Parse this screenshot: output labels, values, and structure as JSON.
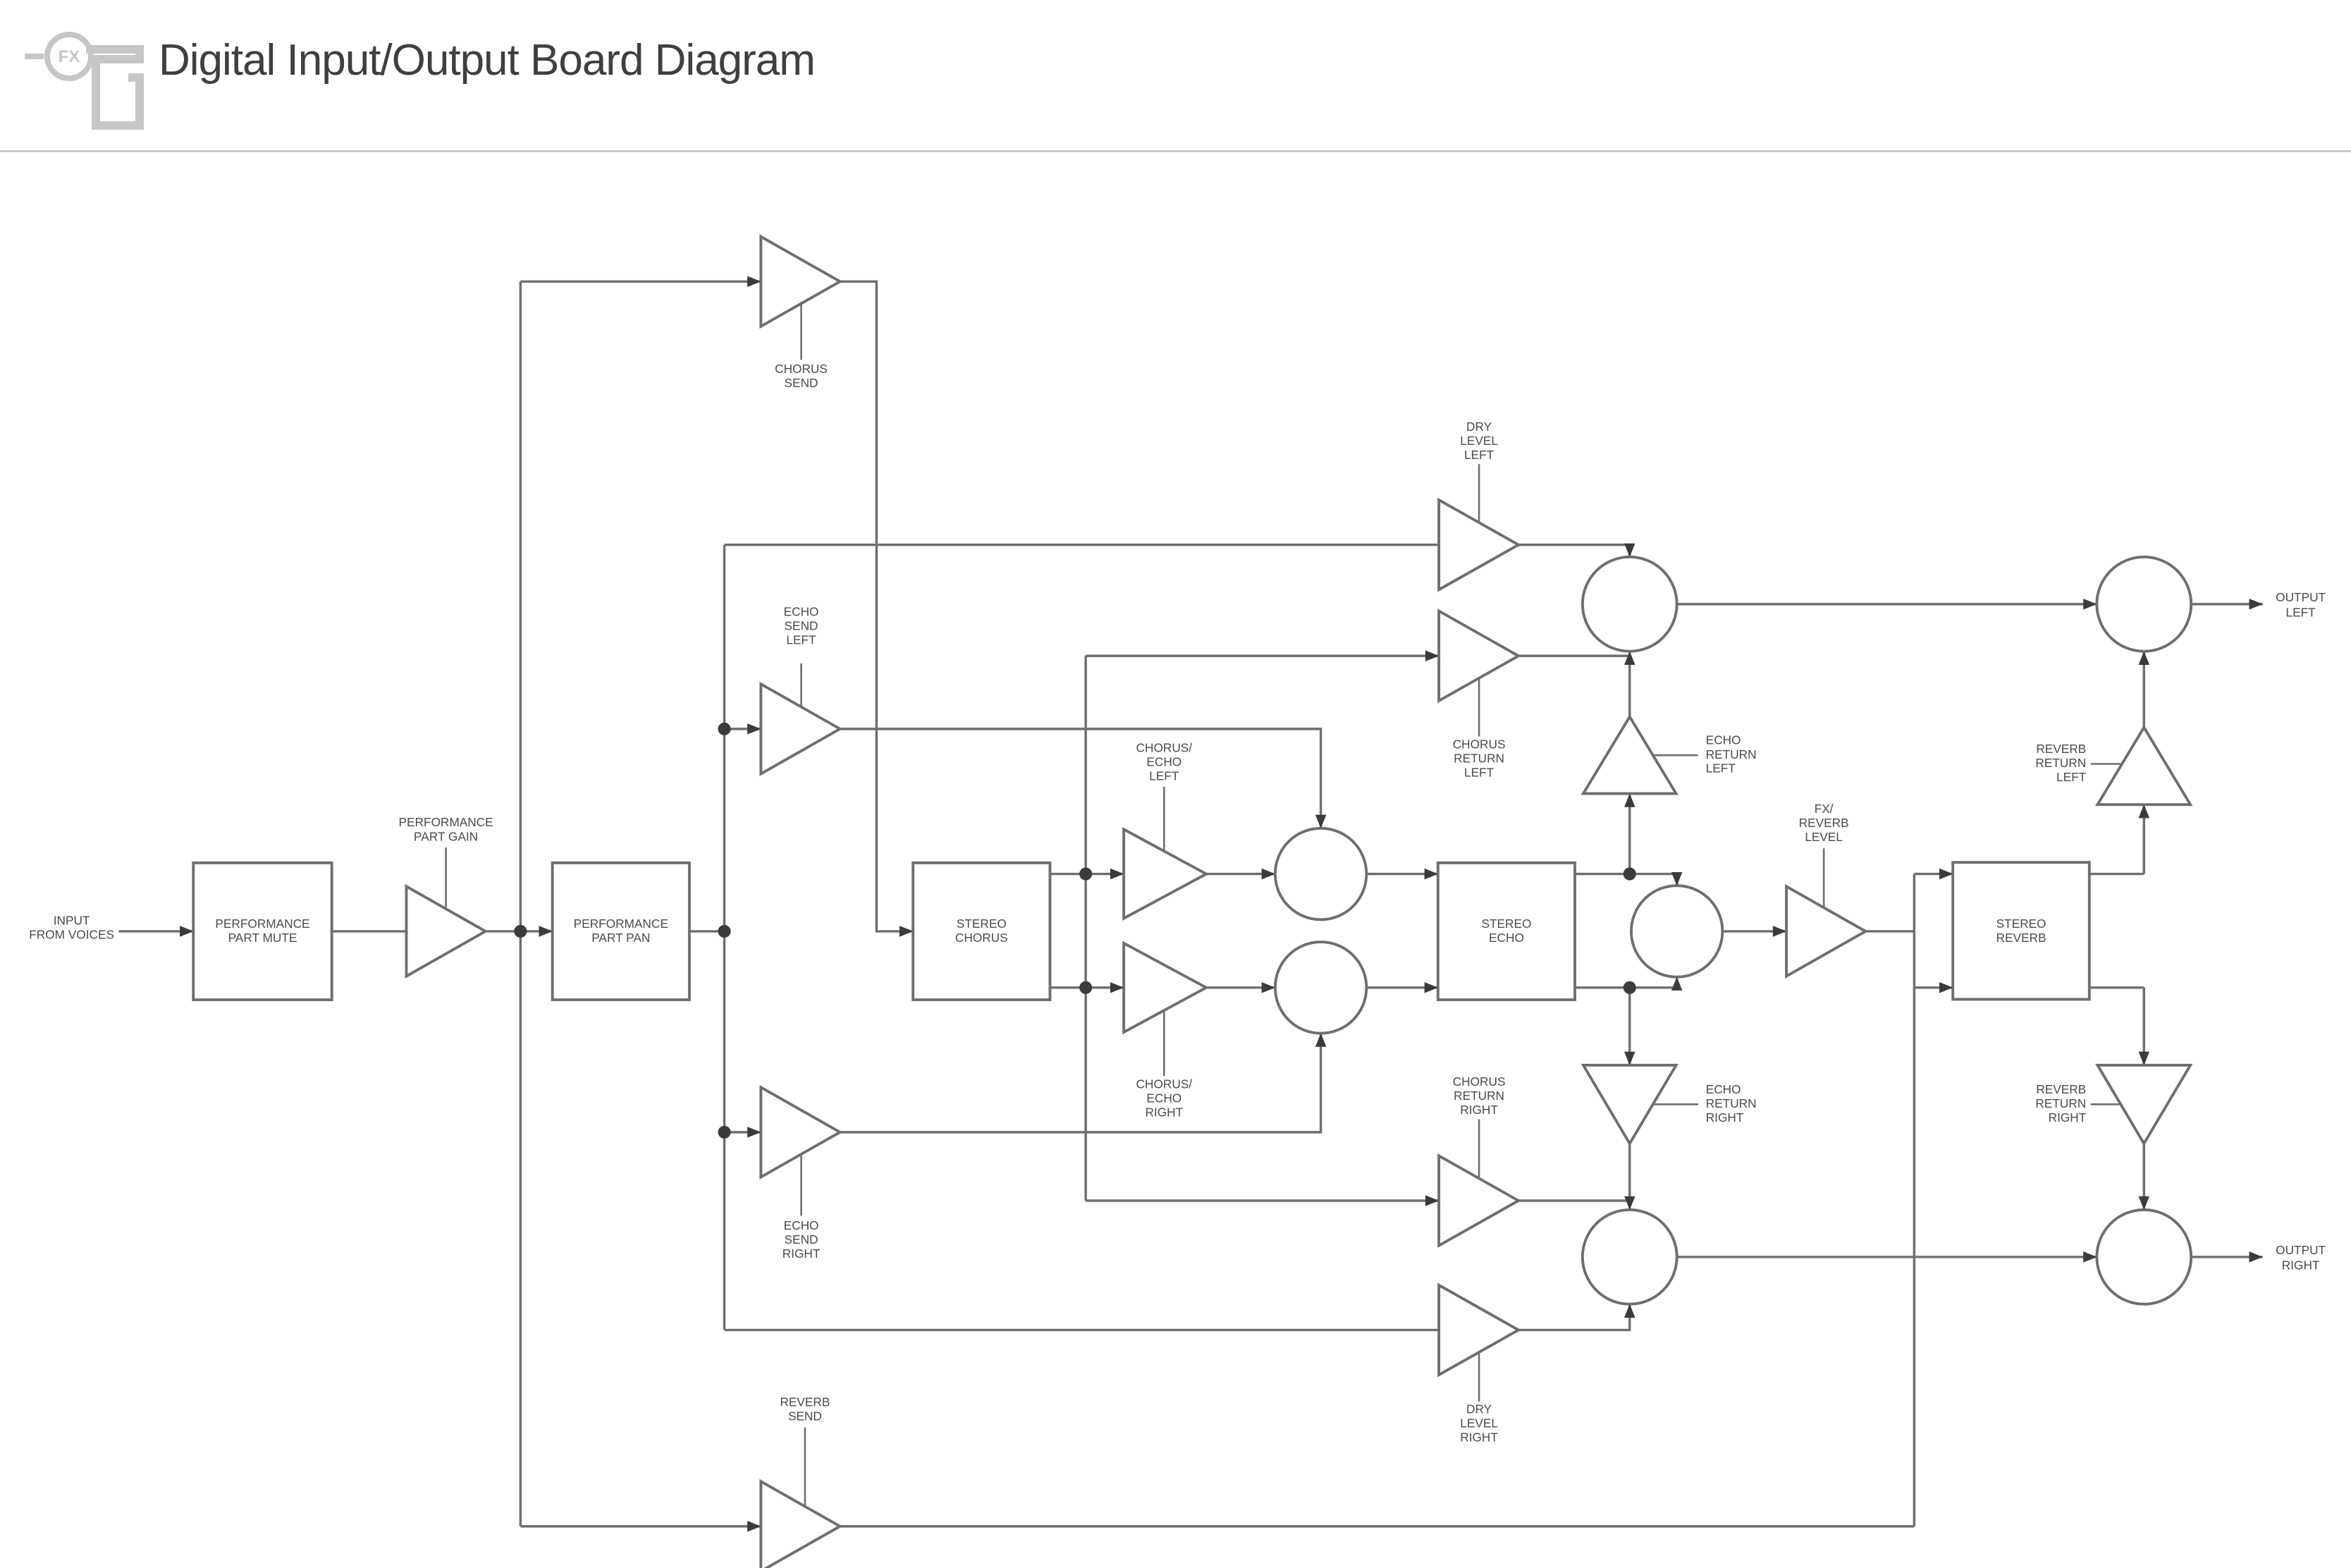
{
  "header": {
    "title": "Digital Input/Output Board Diagram",
    "icon": "fx-pedal-icon",
    "icon_text": "FX"
  },
  "colors": {
    "line": "#6e6e6e",
    "arrow_and_dot": "#3b3b3b",
    "label_text": "#4a4a4a",
    "title_text": "#3f3f3f",
    "divider": "#c9c9c9",
    "icon": "#c6c6c6",
    "background": "#ffffff"
  },
  "nodes": {
    "input": [
      "INPUT",
      "FROM VOICES"
    ],
    "performance_part_mute": [
      "PERFORMANCE",
      "PART MUTE"
    ],
    "performance_part_gain": [
      "PERFORMANCE",
      "PART GAIN"
    ],
    "performance_part_pan": [
      "PERFORMANCE",
      "PART PAN"
    ],
    "chorus_send": [
      "CHORUS",
      "SEND"
    ],
    "echo_send_left": [
      "ECHO",
      "SEND",
      "LEFT"
    ],
    "echo_send_right": [
      "ECHO",
      "SEND",
      "RIGHT"
    ],
    "reverb_send": [
      "REVERB",
      "SEND"
    ],
    "stereo_chorus": [
      "STEREO",
      "CHORUS"
    ],
    "chorus_echo_left": [
      "CHORUS/",
      "ECHO",
      "LEFT"
    ],
    "chorus_echo_right": [
      "CHORUS/",
      "ECHO",
      "RIGHT"
    ],
    "stereo_echo": [
      "STEREO",
      "ECHO"
    ],
    "dry_level_left": [
      "DRY",
      "LEVEL",
      "LEFT"
    ],
    "dry_level_right": [
      "DRY",
      "LEVEL",
      "RIGHT"
    ],
    "chorus_return_left": [
      "CHORUS",
      "RETURN",
      "LEFT"
    ],
    "chorus_return_right": [
      "CHORUS",
      "RETURN",
      "RIGHT"
    ],
    "echo_return_left": [
      "ECHO",
      "RETURN",
      "LEFT"
    ],
    "echo_return_right": [
      "ECHO",
      "RETURN",
      "RIGHT"
    ],
    "fx_reverb_level": [
      "FX/",
      "REVERB",
      "LEVEL"
    ],
    "stereo_reverb": [
      "STEREO",
      "REVERB"
    ],
    "reverb_return_left": [
      "REVERB",
      "RETURN",
      "LEFT"
    ],
    "reverb_return_right": [
      "REVERB",
      "RETURN",
      "RIGHT"
    ],
    "output_left": [
      "OUTPUT",
      "LEFT"
    ],
    "output_right": [
      "OUTPUT",
      "RIGHT"
    ]
  }
}
